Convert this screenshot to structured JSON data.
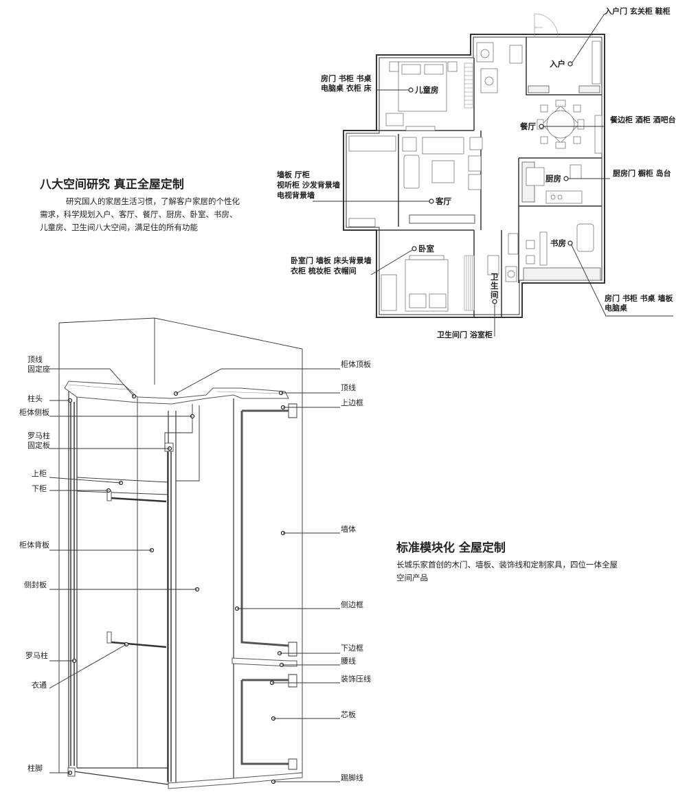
{
  "floorplan": {
    "rooms": {
      "entry": "入户",
      "kids": "儿童房",
      "dining": "餐厅",
      "kitchen": "厨房",
      "living": "客厅",
      "bedroom": "卧室",
      "study": "书房",
      "bath_chars": [
        "卫",
        "生",
        "间"
      ]
    },
    "callouts": {
      "entry": [
        "入户门 玄关柜 鞋柜"
      ],
      "kids": [
        "房门 书柜 书桌",
        "电脑桌 衣柜 床"
      ],
      "dining": [
        "餐边柜 酒柜 酒吧台"
      ],
      "kitchen": [
        "厨房门 橱柜  岛台"
      ],
      "living": [
        "墙板 厅柜",
        "视听柜 沙发背景墙",
        "电视背景墙"
      ],
      "bedroom": [
        "卧室门 墙板 床头背景墙",
        "衣柜 梳妆柜 衣帽间"
      ],
      "study": [
        "房门 书柜 书桌 墙板",
        "电脑桌"
      ],
      "bath": [
        "卫生间门 浴室柜"
      ]
    }
  },
  "section1": {
    "title": "八大空间研究  真正全屋定制",
    "body": [
      "研究国人的家居生活习惯，了解客户家居的个性化",
      "需求，科学规划入户、客厅、餐厅、厨房、卧室、书房、",
      "儿童房、卫生间八大空间，满足住的所有功能"
    ]
  },
  "section2": {
    "title": "标准模块化 全屋定制",
    "body": [
      "长城乐家首创的木门、墙板、装饰线和定制家具，四位一体全屋",
      "空间产品"
    ]
  },
  "cabinet": {
    "left_labels": {
      "top_seat": [
        "顶线",
        "固定座"
      ],
      "pillar_head": [
        "柱头"
      ],
      "side_panel": [
        "柜体侧板"
      ],
      "roman_seat": [
        "罗马柱",
        "固定板"
      ],
      "upper": [
        "上柜"
      ],
      "lower": [
        "下柜"
      ],
      "back_panel": [
        "柜体背板"
      ],
      "seal_panel": [
        "侧封板"
      ],
      "roman": [
        "罗马柱"
      ],
      "rail": [
        "衣通"
      ],
      "foot": [
        "柱脚"
      ]
    },
    "right_labels": {
      "top_panel": [
        "柜体顶板"
      ],
      "top_line": [
        "顶线"
      ],
      "upper_frame": [
        "上边框"
      ],
      "wall": [
        "墙体"
      ],
      "side_frame": [
        "侧边框"
      ],
      "lower_frame": [
        "下边框"
      ],
      "waist": [
        "腰线"
      ],
      "trim": [
        "装饰压线"
      ],
      "core": [
        "芯板"
      ],
      "kick": [
        "踢脚线"
      ]
    }
  }
}
